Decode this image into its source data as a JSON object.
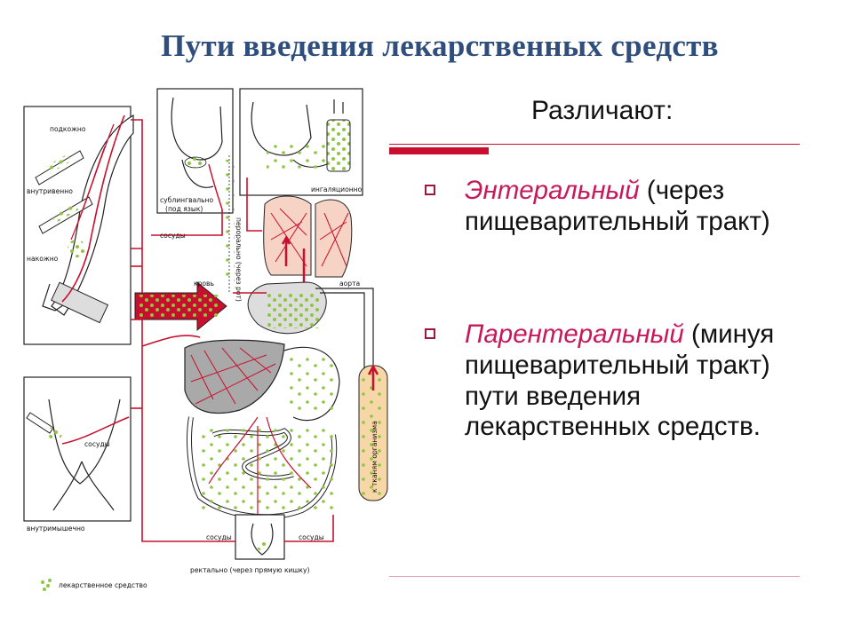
{
  "slide": {
    "title": "Пути введения лекарственных средств",
    "intro": "Различают:",
    "bullets": [
      {
        "term": "Энтеральный",
        "rest": " (через пищеварительный тракт)"
      },
      {
        "term": "Парентеральный",
        "rest": " (минуя пищеварительный тракт) пути введения лекарственных средств."
      }
    ]
  },
  "diagram": {
    "labels": {
      "subcutaneous": "подкожно",
      "intravenous": "внутривенно",
      "topical": "накожно",
      "sublingual": "сублингвально",
      "sublingual_note": "(под язык)",
      "vessels_top": "сосуды",
      "oral": "перорально (через рот)",
      "inhalation": "ингаляционно",
      "blood": "кровь",
      "aorta": "аорта",
      "to_tissues": "к тканям организма",
      "vessels_left": "сосуды",
      "intramuscular": "внутримышечно",
      "vessels_bottom_left": "сосуды",
      "vessels_bottom_right": "сосуды",
      "rectal": "ректально (через прямую кишку)",
      "legend": "лекарственное средство"
    },
    "colors": {
      "artery": "#c8102e",
      "drug": "#8dc63f",
      "lung": "#f6d3c4",
      "tissue_tube": "#f7d7a8",
      "liver": "#a9a9a9",
      "outline": "#222222"
    }
  }
}
